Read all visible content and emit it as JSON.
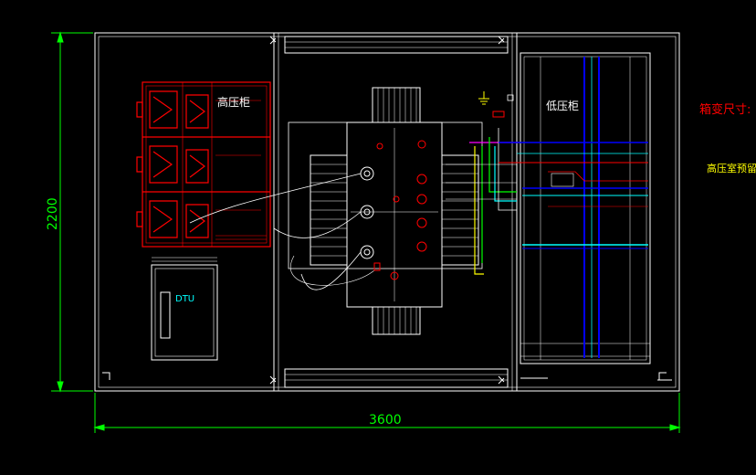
{
  "labels": {
    "width_dimension": "3600",
    "height_dimension": "2200",
    "hv_cabinet": "高压柜",
    "lv_cabinet": "低压柜",
    "dtu": "DTU",
    "note_box_size": "箱变尺寸:",
    "note_hv_room": "高压室预留口"
  },
  "colors": {
    "background": "#000000",
    "outline": "#ffffff",
    "dimension": "#00ff00",
    "hv_equipment": "#ff0000",
    "lv_bus": "#0000ff",
    "bus_green": "#00ff00",
    "bus_yellow": "#ffff00",
    "label_cyan": "#00ffff",
    "label_red": "#ff0000",
    "terminal_red": "#ff0000",
    "magenta": "#ff00ff"
  }
}
